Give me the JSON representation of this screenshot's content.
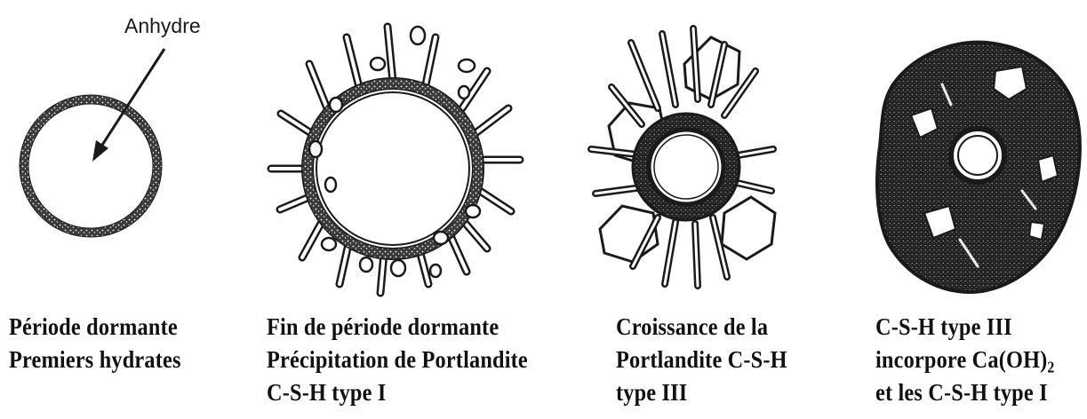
{
  "colors": {
    "ink": "#1a1a1a",
    "paper": "#ffffff",
    "fill_dark": "#2a2a2a"
  },
  "annotation": {
    "anhydre": "Anhydre"
  },
  "stages": [
    {
      "id": "stage-1",
      "lines": [
        "Période dormante",
        "Premiers hydrates"
      ]
    },
    {
      "id": "stage-2",
      "lines": [
        "Fin de période dormante",
        "Précipitation de Portlandite",
        "C-S-H type I"
      ]
    },
    {
      "id": "stage-3",
      "lines": [
        "Croissance de la",
        "Portlandite C-S-H",
        "type III"
      ]
    },
    {
      "id": "stage-4",
      "lines": [
        "C-S-H type III",
        "incorpore Ca(OH)",
        "et les C-S-H type I"
      ],
      "subscript": "2"
    }
  ]
}
